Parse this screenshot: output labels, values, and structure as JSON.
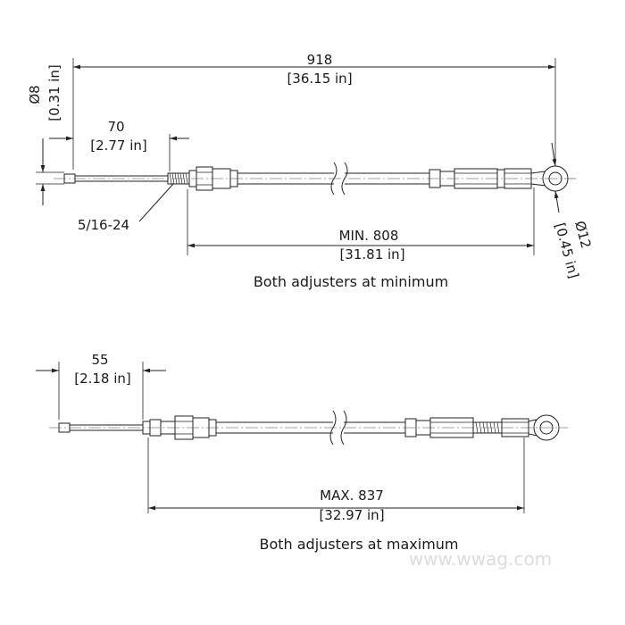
{
  "top": {
    "overall_value": "918",
    "overall_inches": "[36.15 in]",
    "cable_dia_value": "Ø8",
    "cable_dia_inches": "[0.31 in]",
    "end_length_value": "70",
    "end_length_inches": "[2.77 in]",
    "thread_label": "5/16-24",
    "span_value": "MIN. 808",
    "span_inches": "[31.81 in]",
    "eye_dia_value": "Ø12",
    "eye_dia_inches": "[0.45 in]",
    "caption": "Both adjusters at minimum"
  },
  "bottom": {
    "end_length_value": "55",
    "end_length_inches": "[2.18 in]",
    "span_value": "MAX. 837",
    "span_inches": "[32.97 in]",
    "caption": "Both adjusters at maximum"
  },
  "watermark": "www.wwag.com"
}
